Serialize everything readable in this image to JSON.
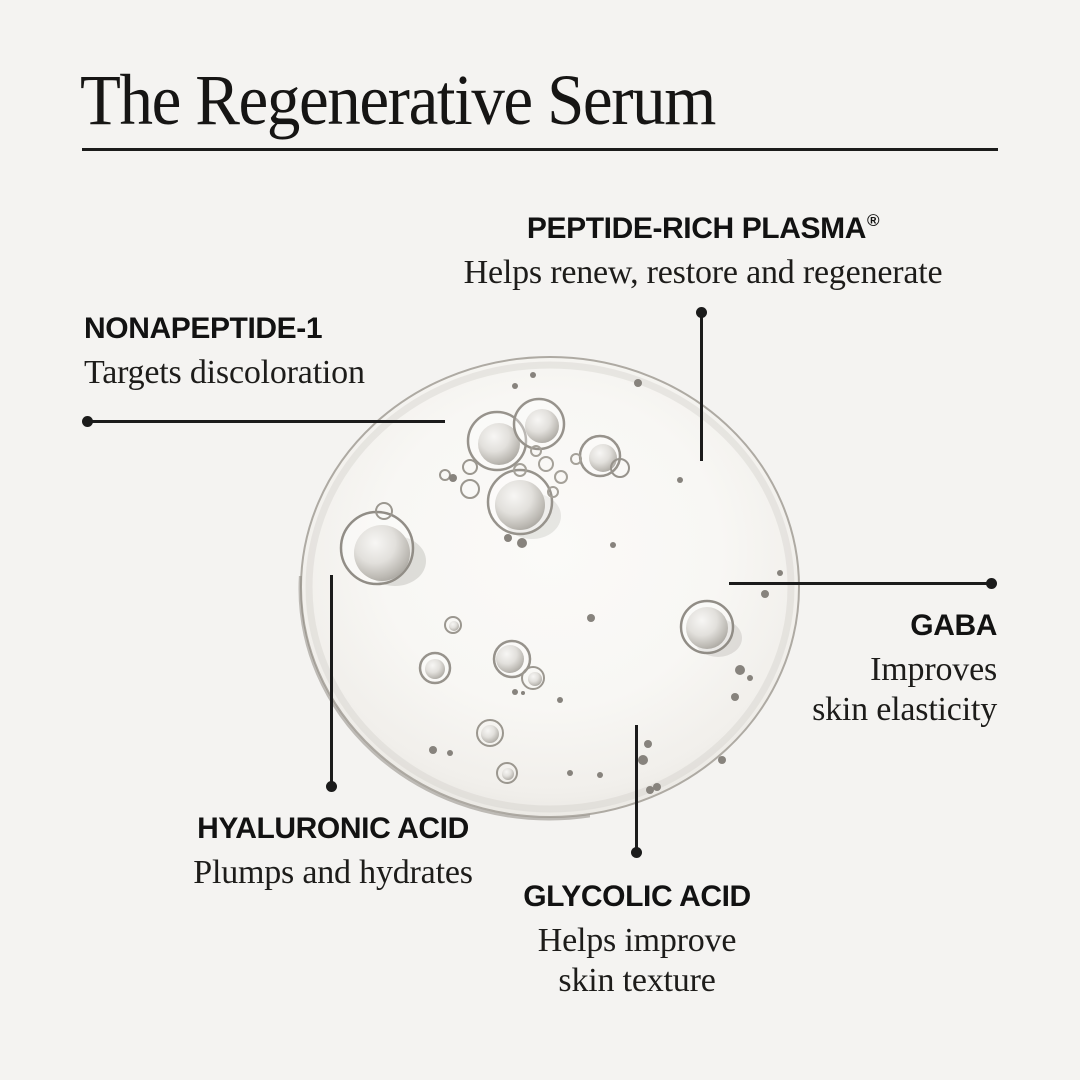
{
  "page": {
    "title": "The Regenerative Serum",
    "background_color": "#f4f3f1",
    "text_color": "#1b1b1b",
    "line_color": "#1b1b1b",
    "droplet_edge_color": "#aeaaa3"
  },
  "callouts": {
    "peptide_rich_plasma": {
      "heading": "PEPTIDE-RICH PLASMA",
      "registered_mark": "®",
      "description": "Helps renew, restore and regenerate"
    },
    "nonapeptide": {
      "heading": "NONAPEPTIDE-1",
      "description": "Targets discoloration"
    },
    "gaba": {
      "heading": "GABA",
      "description_line1": "Improves",
      "description_line2": "skin elasticity"
    },
    "hyaluronic_acid": {
      "heading": "HYALURONIC ACID",
      "description": "Plumps and hydrates"
    },
    "glycolic_acid": {
      "heading": "GLYCOLIC ACID",
      "description_line1": "Helps improve",
      "description_line2": "skin texture"
    }
  }
}
